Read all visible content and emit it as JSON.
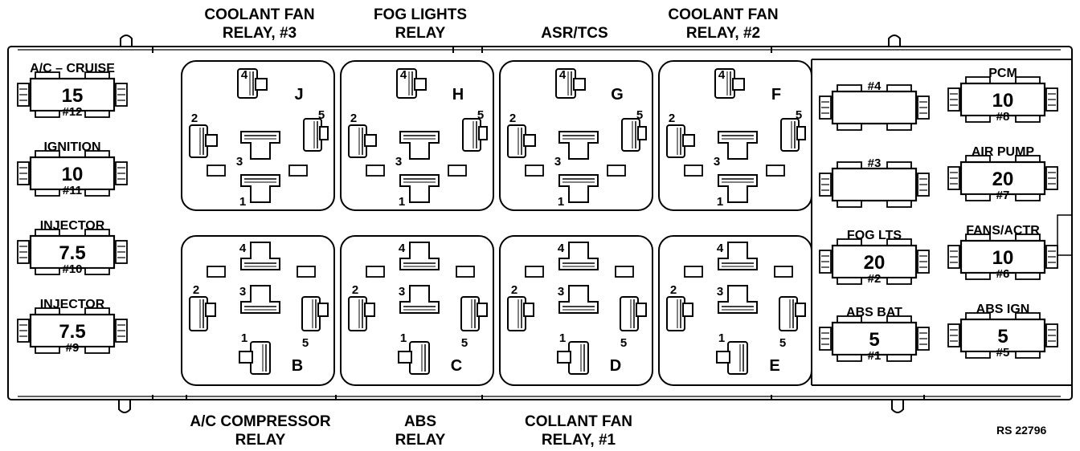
{
  "top_labels": [
    {
      "id": "coolant-fan-relay-3",
      "text": "COOLANT FAN\nRELAY, #3"
    },
    {
      "id": "fog-lights-relay",
      "text": "FOG LIGHTS\nRELAY"
    },
    {
      "id": "asr-tcs",
      "text": "ASR/TCS"
    },
    {
      "id": "coolant-fan-relay-2",
      "text": "COOLANT FAN\nRELAY, #2"
    }
  ],
  "bottom_labels": [
    {
      "id": "ac-compressor-relay",
      "text": "A/C COMPRESSOR\nRELAY"
    },
    {
      "id": "abs-relay",
      "text": "ABS\nRELAY"
    },
    {
      "id": "collant-fan-relay-1",
      "text": "COLLANT FAN\nRELAY, #1"
    }
  ],
  "reference_code": "RS 22796",
  "left_fuses": [
    {
      "label": "A/C – CRUISE",
      "value": "15",
      "number": "#12"
    },
    {
      "label": "IGNITION",
      "value": "10",
      "number": "#11"
    },
    {
      "label": "INJECTOR",
      "value": "7.5",
      "number": "#10"
    },
    {
      "label": "INJECTOR",
      "value": "7.5",
      "number": "#9"
    }
  ],
  "relays_top": [
    {
      "letter": "J"
    },
    {
      "letter": "H"
    },
    {
      "letter": "G"
    },
    {
      "letter": "F"
    }
  ],
  "relays_bottom": [
    {
      "letter": "B"
    },
    {
      "letter": "C"
    },
    {
      "letter": "D"
    },
    {
      "letter": "E"
    }
  ],
  "pin_numbers": {
    "p1": "1",
    "p2": "2",
    "p3": "3",
    "p4": "4",
    "p5": "5"
  },
  "right_fuses_left_col": [
    {
      "label": "",
      "value": "",
      "number": "#4"
    },
    {
      "label": "",
      "value": "",
      "number": "#3"
    },
    {
      "label": "FOG LTS",
      "value": "20",
      "number": "#2"
    },
    {
      "label": "ABS BAT",
      "value": "5",
      "number": "#1"
    }
  ],
  "right_fuses_right_col": [
    {
      "label": "PCM",
      "value": "10",
      "number": "#8"
    },
    {
      "label": "AIR PUMP",
      "value": "20",
      "number": "#7"
    },
    {
      "label": "FANS/ACTR",
      "value": "10",
      "number": "#6"
    },
    {
      "label": "ABS IGN",
      "value": "5",
      "number": "#5"
    }
  ]
}
